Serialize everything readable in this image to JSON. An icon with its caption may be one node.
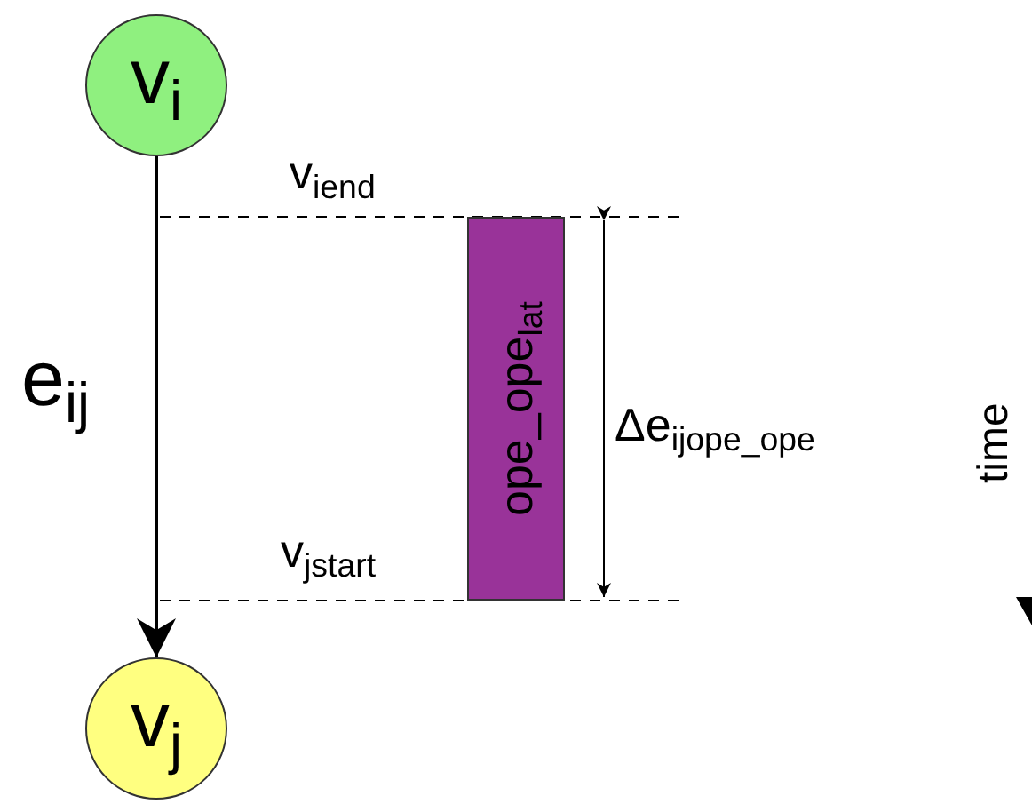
{
  "diagram": {
    "nodes": [
      {
        "text": [
          "v$_{i}$"
        ]
      },
      {
        "text": [
          "v$_{j}$"
        ]
      },
      {
        "text": [
          "ope_ope$_{lat}$"
        ]
      }
    ],
    "edges": [
      {
        "from": 0,
        "to": 1,
        "arrow": "to",
        "label": "e$_{ij}$"
      }
    ],
    "labels": [
      "v$_{i}$$_{end}$",
      "Δe$_{ij}$$_{ope_ope}$",
      "v$_{j}$$_{start}$",
      "time"
    ]
  }
}
